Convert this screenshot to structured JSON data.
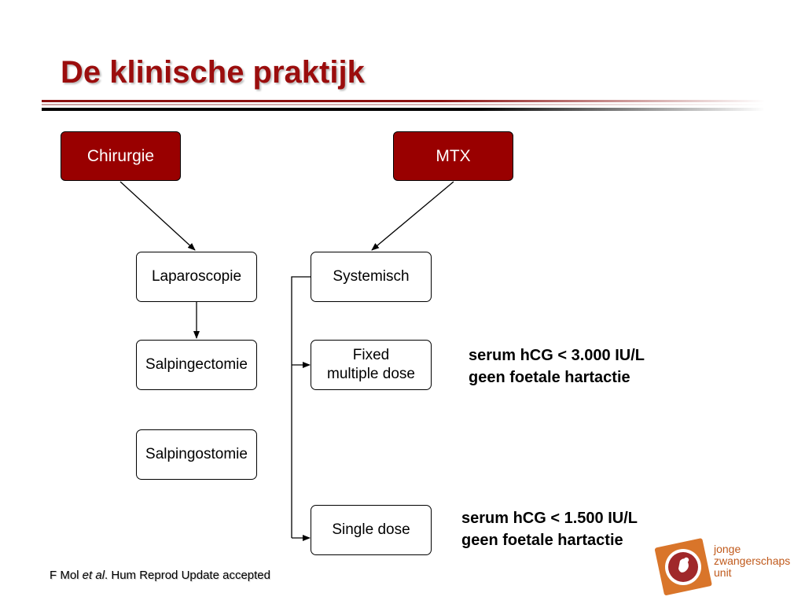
{
  "slide": {
    "title": "De klinische praktijk"
  },
  "diagram": {
    "chirurgie": "Chirurgie",
    "mtx": "MTX",
    "laparoscopie": "Laparoscopie",
    "salpingectomie": "Salpingectomie",
    "salpingostomie": "Salpingostomie",
    "systemisch": "Systemisch",
    "fixed_line1": "Fixed",
    "fixed_line2": "multiple dose",
    "single_dose": "Single dose",
    "note_fixed_line1": "serum hCG < 3.000 IU/L",
    "note_fixed_line2": "geen foetale hartactie",
    "note_single_line1": "serum hCG < 1.500 IU/L",
    "note_single_line2": "geen foetale hartactie"
  },
  "footer": {
    "author": "F Mol ",
    "etal": "et al",
    "rest": ". Hum Reprod Update accepted"
  },
  "logo": {
    "line1": "jonge",
    "line2": "zwangerschaps",
    "line3": "unit",
    "colors": {
      "orange": "#d9752a",
      "red": "#a0282a"
    }
  },
  "colors": {
    "title": "#9b0d0d",
    "box_fill": "#990000"
  }
}
